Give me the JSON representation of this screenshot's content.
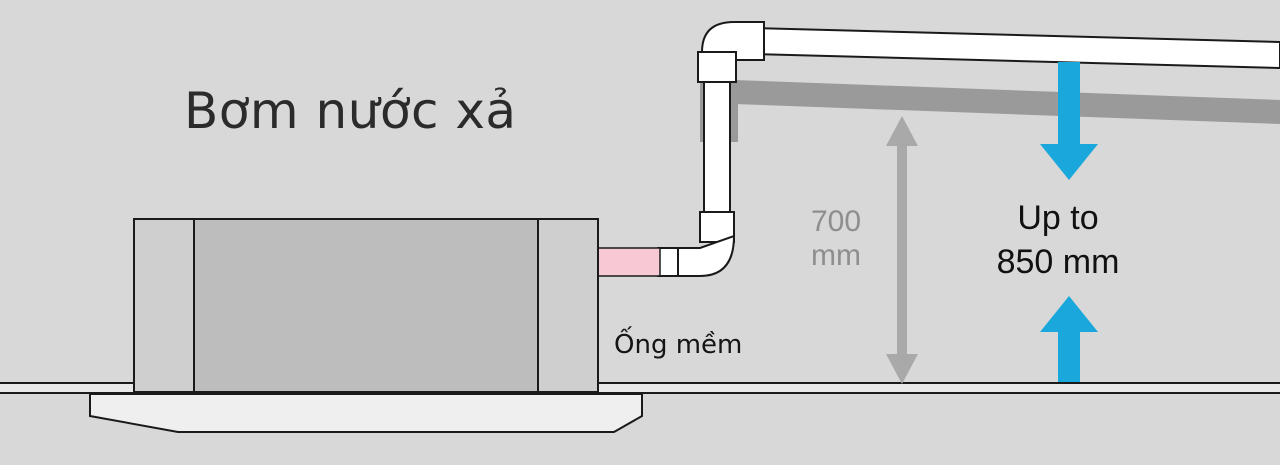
{
  "title": "Bơm nước xả",
  "hose_label": "Ống mềm",
  "previous_height": {
    "value": "700",
    "unit": "mm"
  },
  "new_height": {
    "line1": "Up to",
    "line2": "850 mm"
  },
  "colors": {
    "background": "#d8d8d8",
    "unit_body": "#bdbdbd",
    "unit_side": "#cfcfcf",
    "panel": "#efefef",
    "pipe": "#ffffff",
    "outline": "#1a1a1a",
    "old_pipe": "#9a9a9a",
    "flex_hose": "#f6c9d4",
    "arrow_blue": "#1aa8dc",
    "arrow_gray": "#a9a9a9"
  }
}
